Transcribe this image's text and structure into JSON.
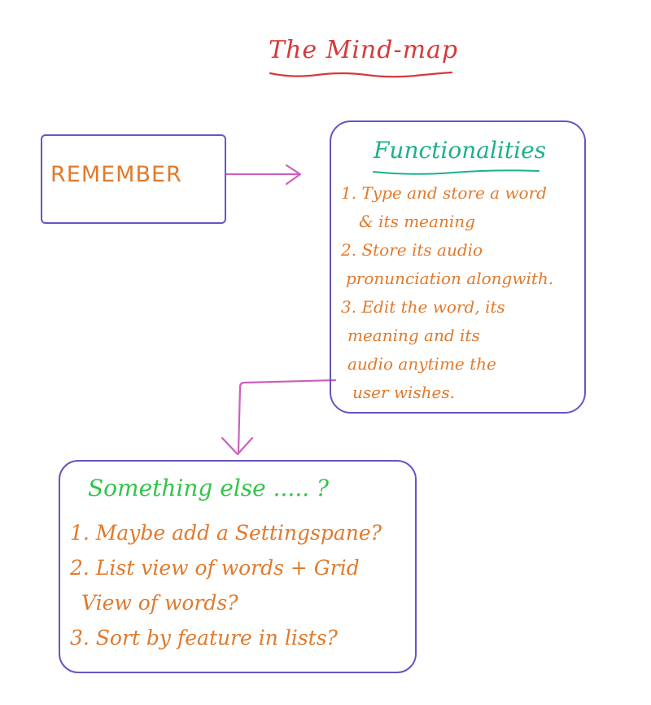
{
  "title": "The Mind-map",
  "colors": {
    "title": "#d63a3a",
    "box_border": "#6655c2",
    "arrow": "#cc5fbf",
    "body_text": "#e07a2c",
    "functions_heading": "#1db08c",
    "else_heading": "#33c44a"
  },
  "remember": {
    "label": "REMEMBER"
  },
  "functionalities": {
    "heading": "Functionalities",
    "items": [
      "1. Type and store a word",
      "& its meaning",
      "2. Store its audio",
      "pronunciation alongwith.",
      "3. Edit the word, its",
      "meaning and its",
      "audio anytime the",
      "user wishes."
    ]
  },
  "something_else": {
    "heading": "Something else ..... ?",
    "items": [
      "1. Maybe add a Settingspane?",
      "2. List view of words + Grid",
      "View of words?",
      "3. Sort by feature in lists?"
    ]
  }
}
